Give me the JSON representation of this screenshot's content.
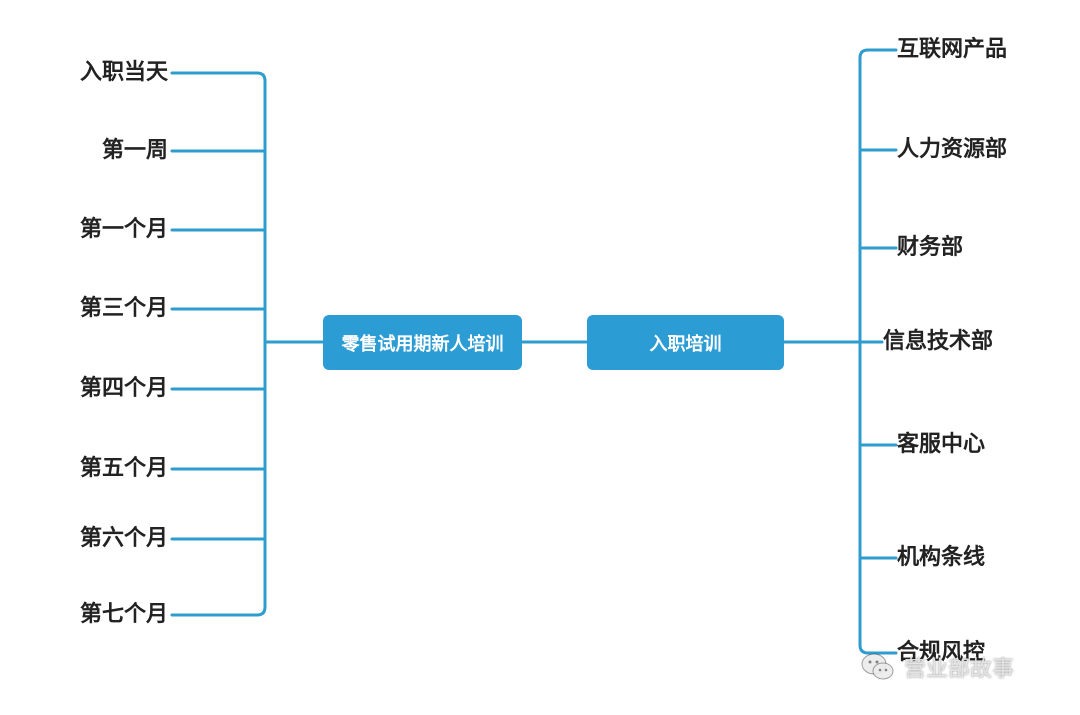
{
  "root": {
    "label": "零售试用期新人培训"
  },
  "center": {
    "label": "入职培训"
  },
  "left_branches": [
    {
      "label": "入职当天"
    },
    {
      "label": "第一周"
    },
    {
      "label": "第一个月"
    },
    {
      "label": "第三个月"
    },
    {
      "label": "第四个月"
    },
    {
      "label": "第五个月"
    },
    {
      "label": "第六个月"
    },
    {
      "label": "第七个月"
    }
  ],
  "right_branches": [
    {
      "label": "互联网产品"
    },
    {
      "label": "人力资源部"
    },
    {
      "label": "财务部"
    },
    {
      "label": "信息技术部"
    },
    {
      "label": "客服中心"
    },
    {
      "label": "机构条线"
    },
    {
      "label": "合规风控"
    }
  ],
  "watermark": {
    "text": "营业部故事",
    "icon": "wechat-icon"
  },
  "colors": {
    "connector": "#2f9ccf",
    "node_fill": "#2c9cd4",
    "node_text": "#ffffff",
    "leaf_text": "#222222"
  }
}
